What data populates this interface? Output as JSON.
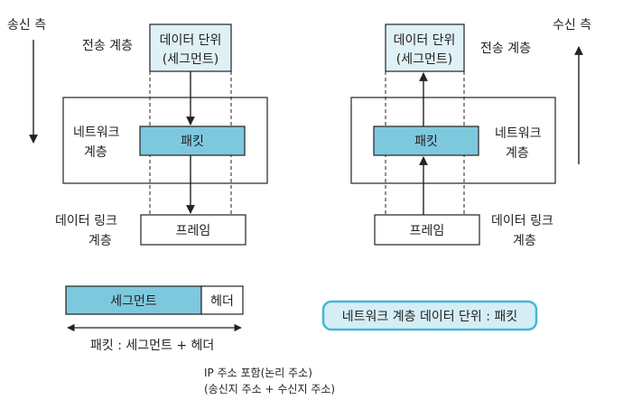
{
  "sender": {
    "side_label": "송신 측",
    "transport_layer_label": "전송 계층",
    "data_unit_line1": "데이터 단위",
    "data_unit_line2": "(세그먼트)",
    "network_layer_line1": "네트워크",
    "network_layer_line2": "계층",
    "packet_label": "패킷",
    "datalink_line1": "데이터 링크",
    "datalink_line2": "계층",
    "frame_label": "프레임"
  },
  "receiver": {
    "side_label": "수신 측",
    "transport_layer_label": "전송 계층",
    "data_unit_line1": "데이터 단위",
    "data_unit_line2": "(세그먼트)",
    "network_layer_line1": "네트워크",
    "network_layer_line2": "계층",
    "packet_label": "패킷",
    "datalink_line1": "데이터 링크",
    "datalink_line2": "계층",
    "frame_label": "프레임"
  },
  "packet_structure": {
    "segment_label": "세그먼트",
    "header_label": "헤더",
    "formula": "패킷 : 세그먼트 + 헤더",
    "header_note_line1": "IP 주소 포함(논리 주소)",
    "header_note_line2": "(송신지 주소 + 수신지 주소)"
  },
  "callout": {
    "text": "네트워크 계층 데이터 단위 : 패킷"
  },
  "colors": {
    "packet_fill": "#7ec8de",
    "segment_fill": "#dff1f7",
    "callout_fill": "#d5eef6",
    "callout_border": "#46b5d6",
    "line": "#222222"
  }
}
